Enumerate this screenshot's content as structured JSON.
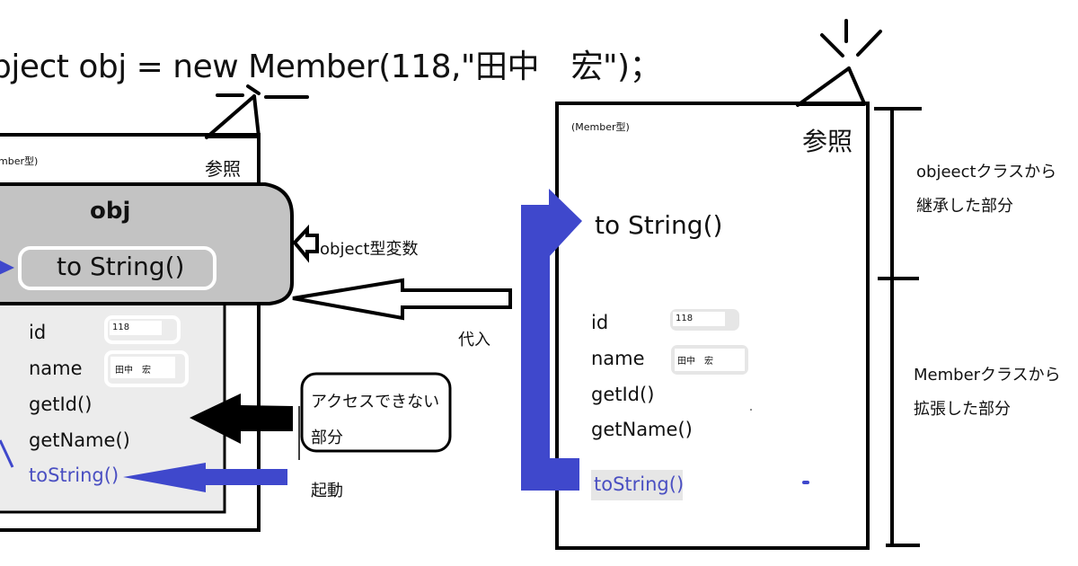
{
  "code": {
    "statement": "bject obj = new Member(118,\"田中　宏\")；"
  },
  "left_object": {
    "type_label": "mber型)",
    "ref_label": "参照",
    "variable": {
      "name": "obj",
      "method": "to String()"
    },
    "fields": [
      {
        "name": "id",
        "value": "118"
      },
      {
        "name": "name",
        "value": "田中　宏"
      }
    ],
    "methods": [
      "getId()",
      "getName()"
    ],
    "highlighted_method": "toString()"
  },
  "annotations": {
    "variable_type": "object型変数",
    "assign": "代入",
    "inaccessible_line1": "アクセスできない",
    "inaccessible_line2": "部分",
    "invoke": "起動"
  },
  "right_object": {
    "type_label": "(Member型)",
    "ref_label": "参照",
    "inherited_method": "to String()",
    "fields": [
      {
        "name": "id",
        "value": "118"
      },
      {
        "name": "name",
        "value": "田中　宏"
      }
    ],
    "methods": [
      "getId()",
      "getName()"
    ],
    "highlighted_method": "toString()"
  },
  "brackets": {
    "upper_line1": "objeectクラスから",
    "upper_line2": "継承した部分",
    "lower_line1": "Memberクラスから",
    "lower_line2": "拡張した部分"
  },
  "colors": {
    "accent_blue": "#3f48cc",
    "method_blue": "#4a4fc2",
    "gray_fill": "#c3c3c3",
    "light_gray": "#ececec",
    "stroke": "#000000"
  }
}
